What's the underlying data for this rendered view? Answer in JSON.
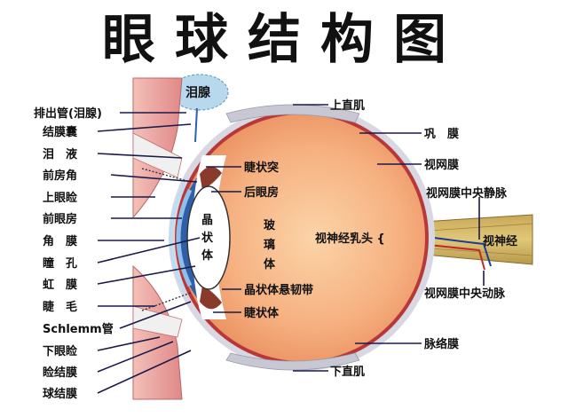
{
  "title": "眼球结构图",
  "labels": {
    "tear_gland": "泪腺",
    "excretory_duct": "排出管(泪腺)",
    "conjunctival_sac": "结膜囊",
    "tear_fluid": "泪　液",
    "anterior_chamber_angle": "前房角",
    "upper_eyelid": "上眼睑",
    "anterior_chamber": "前眼房",
    "cornea": "角　膜",
    "pupil": "瞳　孔",
    "iris": "虹　膜",
    "eyelash": "睫　毛",
    "schlemm_canal": "Schlemm管",
    "lower_eyelid": "下眼睑",
    "palpebral_conjunctiva": "睑结膜",
    "bulbar_conjunctiva": "球结膜",
    "superior_rectus": "上直肌",
    "sclera": "巩　膜",
    "retina": "视网膜",
    "central_retinal_vein": "视网膜中央静脉",
    "optic_nerve": "视神经",
    "central_retinal_artery": "视网膜中央动脉",
    "choroid": "脉络膜",
    "inferior_rectus": "下直肌",
    "ciliary_process": "睫状突",
    "posterior_chamber": "后眼房",
    "vitreous_body": "玻璃体",
    "optic_disc": "视神经乳头 {",
    "lens": "晶状体",
    "zonule": "晶状体悬韧带",
    "ciliary_body": "睫状体"
  },
  "colors": {
    "vitreous": "#f4a878",
    "sclera_band": "#e0e0e8",
    "choroid": "#c0282a",
    "cornea_blue": "#2f5fa8",
    "lens": "#ffffff",
    "eyelid_pink": "#e89a98",
    "tear_gland_fill": "#b8d8ee",
    "leader": "#1a1a4a"
  }
}
